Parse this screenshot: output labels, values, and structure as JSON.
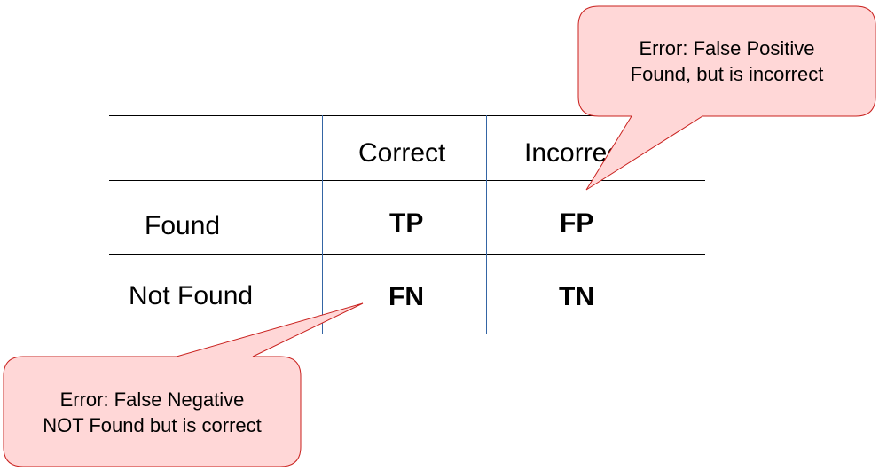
{
  "matrix": {
    "col_headers": [
      "Correct",
      "Incorrect"
    ],
    "row_labels": [
      "Found",
      "Not Found"
    ],
    "cells": [
      [
        "TP",
        "FP"
      ],
      [
        "FN",
        "TN"
      ]
    ]
  },
  "callouts": {
    "false_positive": {
      "line1": "Error: False Positive",
      "line2": "Found, but is incorrect"
    },
    "false_negative": {
      "line1": "Error: False Negative",
      "line2": "NOT Found but is correct"
    }
  },
  "colors": {
    "callout_fill": "#ffd7d7",
    "callout_border": "#c9211e",
    "grid_horizontal": "#000000",
    "grid_vertical": "#3465a4"
  }
}
